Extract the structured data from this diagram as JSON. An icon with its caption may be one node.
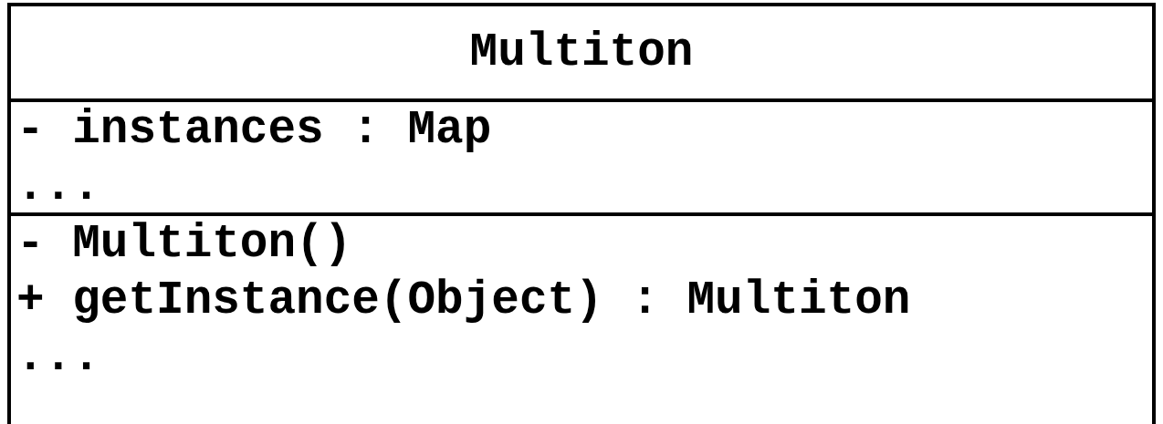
{
  "diagram": {
    "nodes": [
      {
        "text": [
          "Multiton"
        ]
      },
      {
        "text": [
          "- instances : Map",
          "..."
        ],
        "in": 0
      },
      {
        "text": [
          "- Multiton()",
          "+ getInstance(Object) : Multiton",
          "..."
        ],
        "in": 0
      }
    ]
  }
}
